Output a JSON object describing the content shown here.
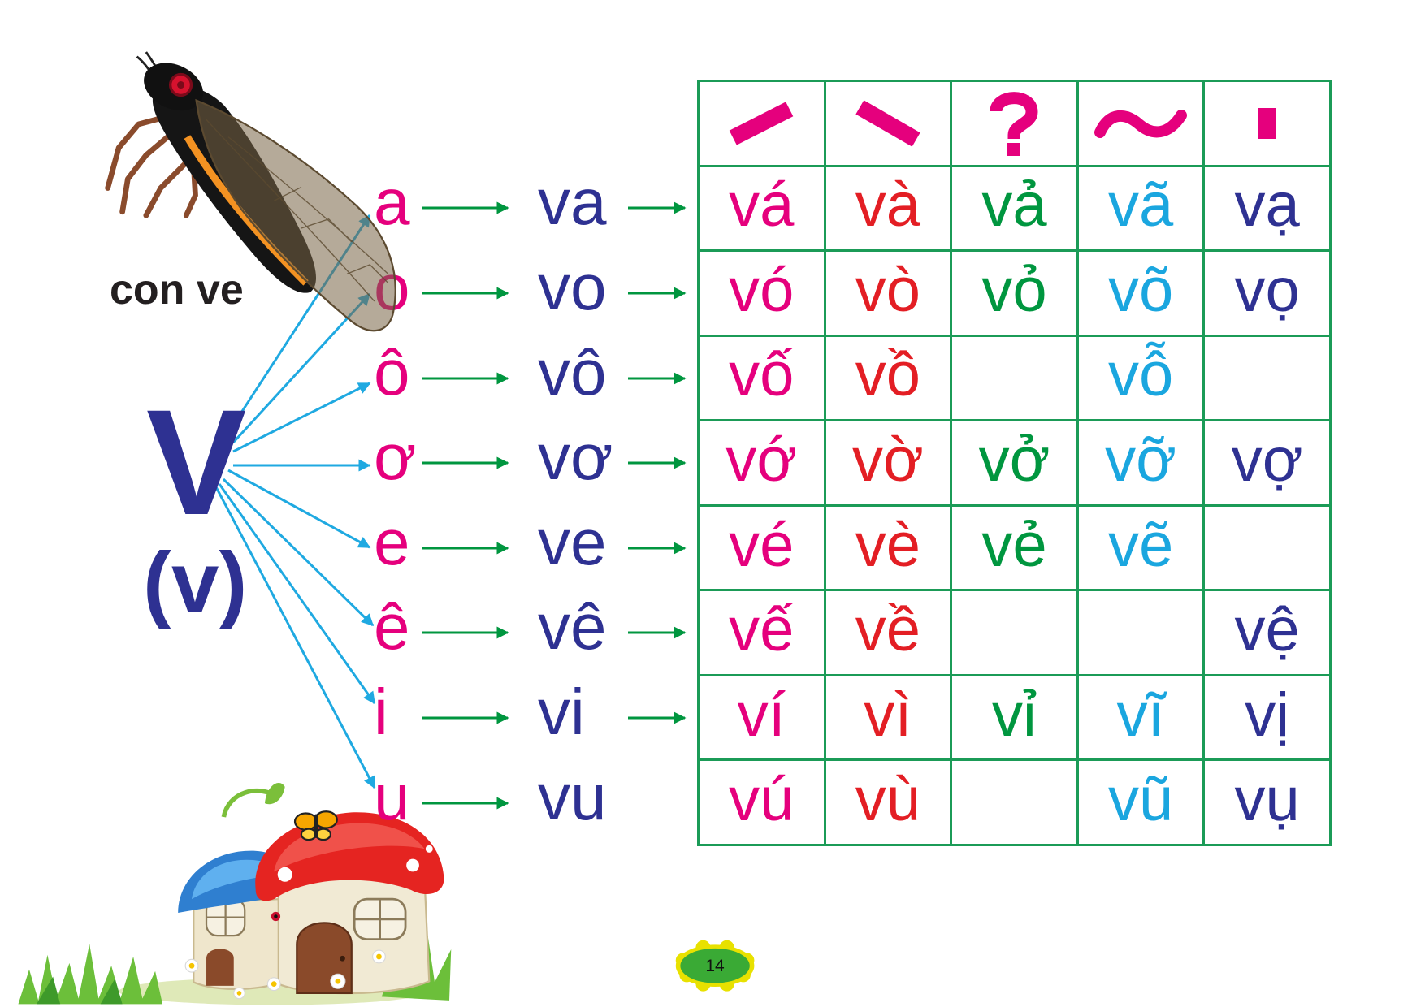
{
  "consonant": {
    "uppercase": "V",
    "lowercase": "(v)",
    "caption": "con ve",
    "picture_icon": "cicada-icon"
  },
  "decorations": [
    "cicada-icon",
    "mushroom-houses-icon",
    "butterfly-icon",
    "flower-badge-icon"
  ],
  "tone_headers": [
    "tone-sac-icon",
    "tone-huyen-icon",
    "tone-hoi-icon",
    "tone-nga-icon",
    "tone-nang-icon"
  ],
  "rows": [
    {
      "vowel": "a",
      "syllable": "va",
      "tones": [
        "vá",
        "và",
        "vả",
        "vã",
        "vạ"
      ]
    },
    {
      "vowel": "o",
      "syllable": "vo",
      "tones": [
        "vó",
        "vò",
        "vỏ",
        "võ",
        "vọ"
      ]
    },
    {
      "vowel": "ô",
      "syllable": "vô",
      "tones": [
        "vố",
        "vồ",
        "",
        "vỗ",
        ""
      ]
    },
    {
      "vowel": "ơ",
      "syllable": "vơ",
      "tones": [
        "vớ",
        "vờ",
        "vở",
        "vỡ",
        "vợ"
      ]
    },
    {
      "vowel": "e",
      "syllable": "ve",
      "tones": [
        "vé",
        "vè",
        "vẻ",
        "vẽ",
        ""
      ]
    },
    {
      "vowel": "ê",
      "syllable": "vê",
      "tones": [
        "vế",
        "về",
        "",
        "",
        "vệ"
      ]
    },
    {
      "vowel": "i",
      "syllable": "vi",
      "tones": [
        "ví",
        "vì",
        "vỉ",
        "vĩ",
        "vị"
      ]
    },
    {
      "vowel": "u",
      "syllable": "vu",
      "tones": [
        "vú",
        "vù",
        "",
        "vũ",
        "vụ"
      ]
    }
  ],
  "page_number": "14",
  "colors": {
    "vowel": "#e5007d",
    "syllable": "#2e3192",
    "consonant": "#2e3192",
    "table": "#1b9b57",
    "arrow_green": "#00963f",
    "arrow_blue": "#1fa9e1",
    "tone_mark": "#e5007d"
  },
  "tone_colors": [
    "#e5007d",
    "#e31e24",
    "#00963f",
    "#1aa6df",
    "#2e3192"
  ]
}
